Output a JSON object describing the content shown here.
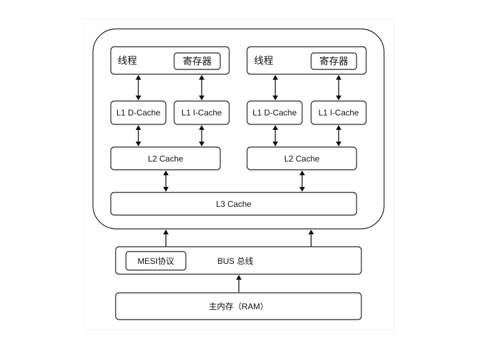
{
  "cpu": {
    "cores": [
      {
        "thread": "线程",
        "register": "寄存器",
        "l1d": "L1 D-Cache",
        "l1i": "L1 I-Cache",
        "l2": "L2 Cache"
      },
      {
        "thread": "线程",
        "register": "寄存器",
        "l1d": "L1 D-Cache",
        "l1i": "L1 I-Cache",
        "l2": "L2 Cache"
      }
    ],
    "l3": "L3 Cache"
  },
  "bus": {
    "protocol": "MESI协议",
    "label": "BUS 总线"
  },
  "ram": "主内存（RAM）"
}
